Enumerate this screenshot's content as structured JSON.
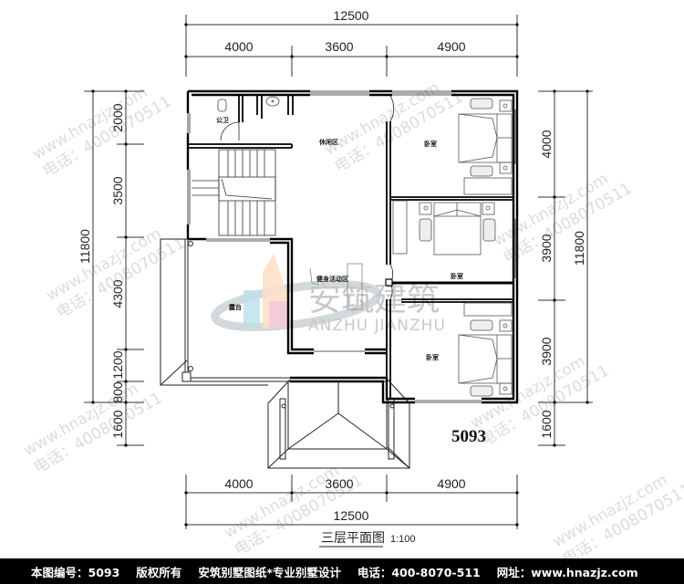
{
  "plan": {
    "number": "5093",
    "title": "三层平面图",
    "scale": "1:100"
  },
  "dimensions": {
    "top": {
      "total": "12500",
      "segments": [
        "4000",
        "3600",
        "4900"
      ]
    },
    "bottom": {
      "total": "12500",
      "segments": [
        "4000",
        "3600",
        "4900"
      ]
    },
    "left": {
      "total": "11800",
      "segments": [
        "2000",
        "3500",
        "4300",
        "1200",
        "800",
        "1600"
      ]
    },
    "right": {
      "total": "11800",
      "segments": [
        "4000",
        "3900",
        "3900",
        "1600"
      ]
    }
  },
  "rooms": {
    "public_bathroom": "公卫",
    "leisure_area": "休闲区",
    "bedroom_1": "卧室",
    "bedroom_2": "卧室",
    "bedroom_3": "卧室",
    "terrace": "露台",
    "fitness_area": "健身活动区"
  },
  "watermark": {
    "logo_cn": "安筑建筑",
    "logo_en": "ANZHU JIANZHU",
    "site": "www.hnazjz.com",
    "phone": "电话：4008070511"
  },
  "footer": {
    "plan_id": "本图编号：5093",
    "copyright": "版权所有",
    "slogan": "安筑别墅图纸*专业别墅设计",
    "phone": "电话：400-8070-511",
    "website": "网址：www.hnazjz.com"
  },
  "colors": {
    "wall": "#000000",
    "line": "#222222",
    "footer_bg": "#000000",
    "footer_text": "#ffffff",
    "logo_blue": "#bfe0ea",
    "logo_orange": "#fbe0c8",
    "logo_pink": "#f2c9da",
    "logo_gray": "#c7cfd3"
  }
}
